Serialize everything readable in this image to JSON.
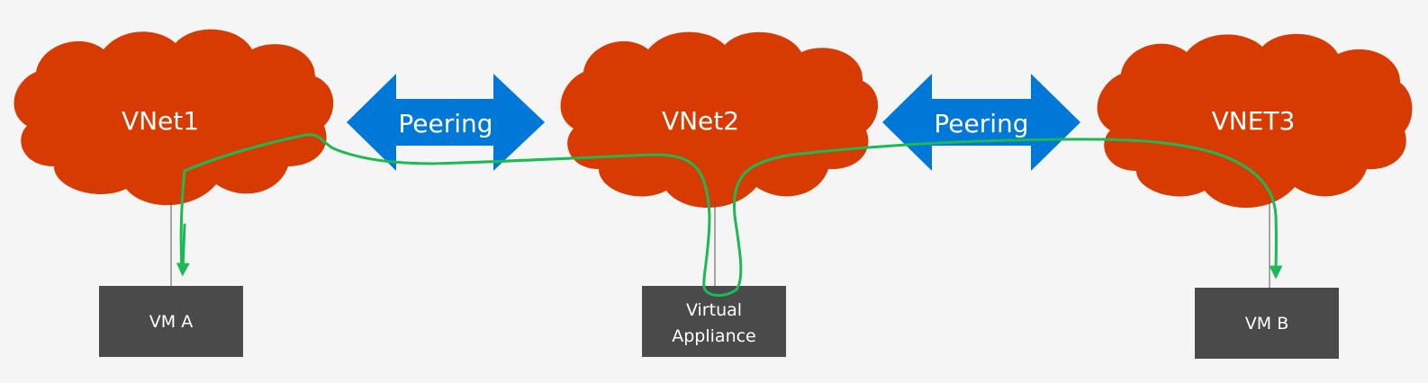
{
  "colors": {
    "background": "#f5f5f5",
    "cloud": "#d83b01",
    "peering_arrow": "#0078d7",
    "vm_box": "#4a4a4a",
    "route": "#1db954",
    "connector": "#555555"
  },
  "vnets": [
    {
      "id": "vnet1",
      "label": "VNet1"
    },
    {
      "id": "vnet2",
      "label": "VNet2"
    },
    {
      "id": "vnet3",
      "label": "VNET3"
    }
  ],
  "peerings": [
    {
      "id": "peering-1",
      "label": "Peering"
    },
    {
      "id": "peering-2",
      "label": "Peering"
    }
  ],
  "vms": [
    {
      "id": "vm-a",
      "lines": [
        "VM A"
      ]
    },
    {
      "id": "virtual-appliance",
      "lines": [
        "Virtual",
        "Appliance"
      ]
    },
    {
      "id": "vm-b",
      "lines": [
        "VM B"
      ]
    }
  ]
}
